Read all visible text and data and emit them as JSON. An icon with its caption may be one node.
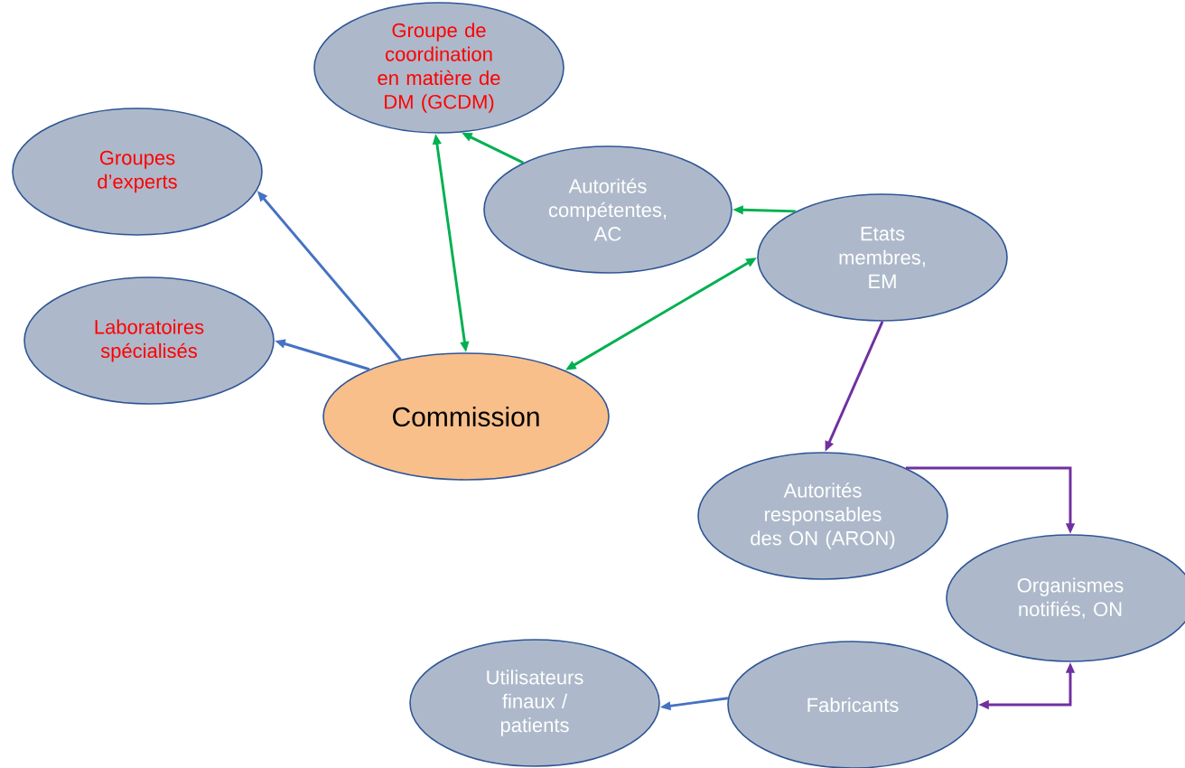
{
  "diagram": {
    "nodes": [
      {
        "text": [
          "Groupe de coordination en matière de DM (GCDM)"
        ]
      },
      {
        "text": [
          "Groupes d’experts"
        ]
      },
      {
        "text": [
          "Autorités compétentes, AC"
        ]
      },
      {
        "text": [
          "Etats membres, EM"
        ]
      },
      {
        "text": [
          "Laboratoires spécialisés"
        ]
      },
      {
        "text": [
          "Commission"
        ]
      },
      {
        "text": [
          "Autorités responsables des ON (ARON)"
        ]
      },
      {
        "text": [
          "Organismes notifiés, ON"
        ]
      },
      {
        "text": [
          "Utilisateurs finaux / patients"
        ]
      },
      {
        "text": [
          "Fabricants"
        ]
      }
    ],
    "edges": [
      {
        "from": 5,
        "to": 0,
        "arrow": "both"
      },
      {
        "from": 2,
        "to": 0,
        "arrow": "to"
      },
      {
        "from": 3,
        "to": 2,
        "arrow": "to"
      },
      {
        "from": 3,
        "to": 5,
        "arrow": "both"
      },
      {
        "from": 5,
        "to": 1,
        "arrow": "to",
        "color": "#4472c4"
      },
      {
        "from": 5,
        "to": 4,
        "arrow": "to",
        "color": "#4472c4"
      },
      {
        "from": 3,
        "to": 6,
        "arrow": "to",
        "color": "#7030a0"
      },
      {
        "from": 6,
        "to": 7,
        "arrow": "to",
        "color": "#7030a0"
      },
      {
        "from": 9,
        "to": 7,
        "arrow": "both",
        "color": "#7030a0"
      },
      {
        "from": 9,
        "to": 8,
        "arrow": "to",
        "color": "#4472c4"
      }
    ]
  }
}
